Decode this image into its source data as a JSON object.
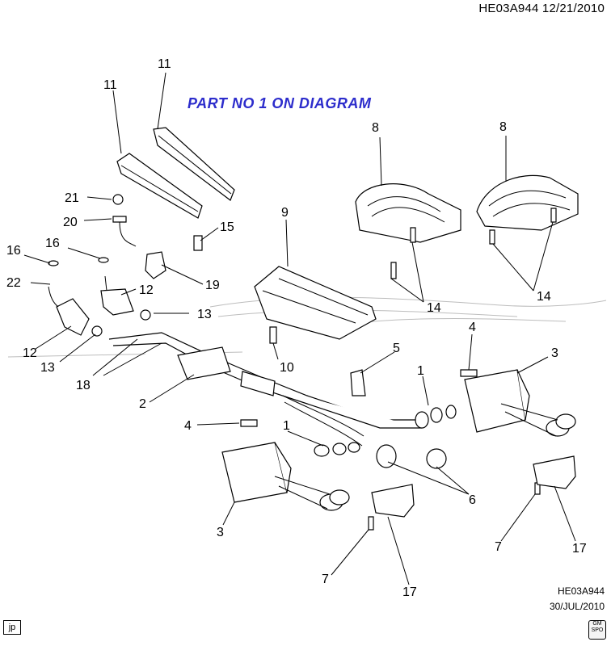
{
  "header": {
    "ref": "HE03A944  12/21/2010"
  },
  "note": "PART NO 1 ON DIAGRAM",
  "footer": {
    "code": "HE03A944",
    "date": "30/JUL/2010"
  },
  "badges": {
    "left": "jp",
    "right": "GM SPO"
  },
  "callouts": [
    "11",
    "11",
    "8",
    "8",
    "21",
    "20",
    "15",
    "9",
    "16",
    "16",
    "19",
    "22",
    "12",
    "13",
    "14",
    "14",
    "12",
    "13",
    "10",
    "18",
    "5",
    "4",
    "3",
    "2",
    "1",
    "4",
    "1",
    "6",
    "3",
    "7",
    "17",
    "7",
    "17"
  ]
}
